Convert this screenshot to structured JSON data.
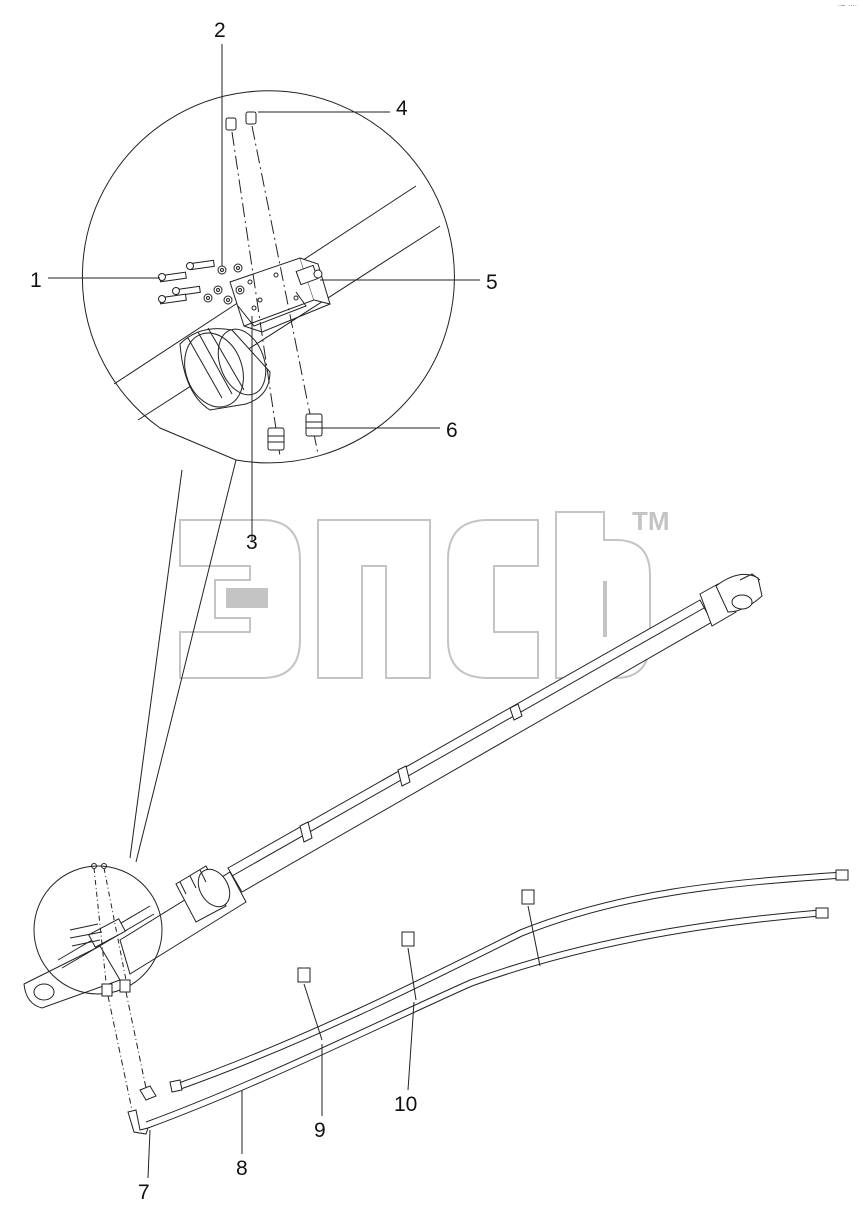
{
  "watermark": {
    "text": "ЭПСБ",
    "mark": "TM"
  },
  "corner_mark": "·~ ····",
  "callouts": [
    "1",
    "2",
    "3",
    "4",
    "5",
    "6",
    "7",
    "8",
    "9",
    "10"
  ],
  "colors": {
    "line": "#222222",
    "watermark": "#bdbdbd",
    "background": "#ffffff"
  }
}
